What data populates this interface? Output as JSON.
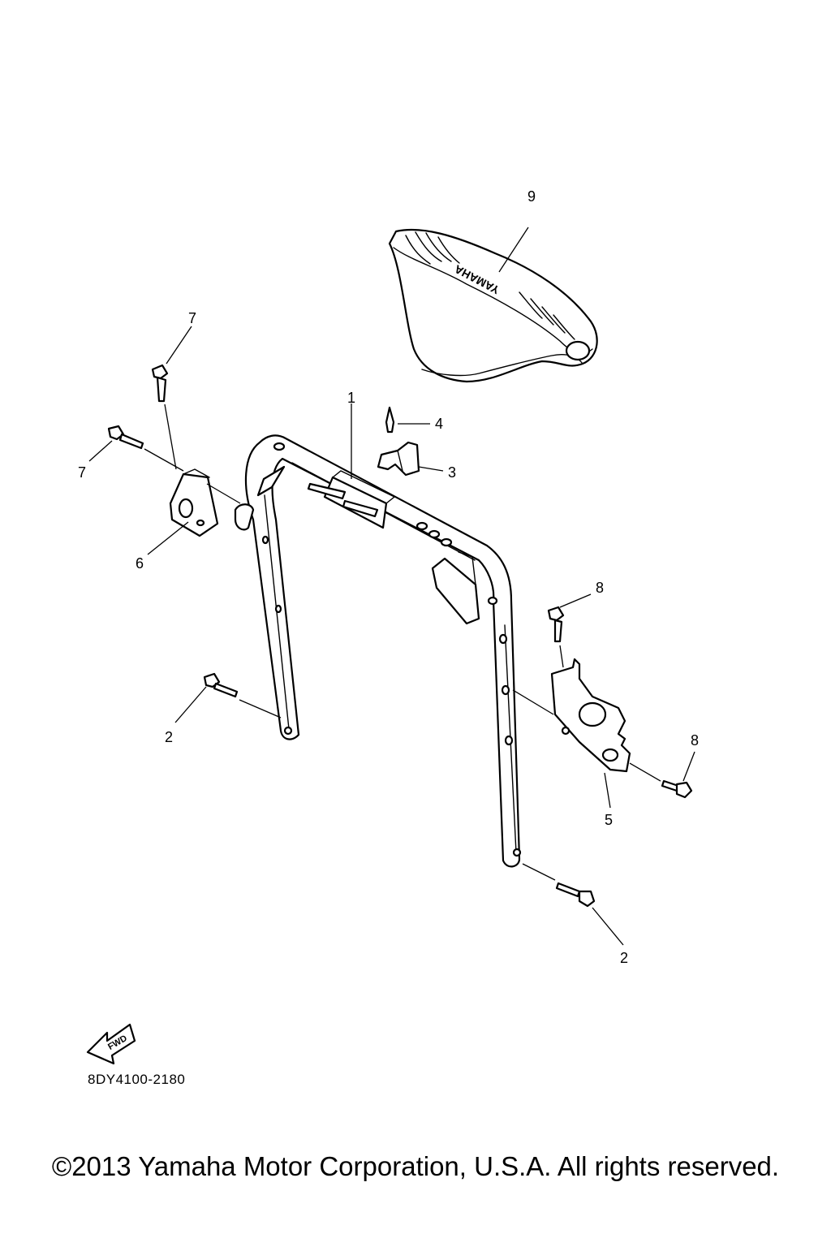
{
  "diagram": {
    "callouts": {
      "c1": "1",
      "c2a": "2",
      "c2b": "2",
      "c3": "3",
      "c4": "4",
      "c5": "5",
      "c6": "6",
      "c7a": "7",
      "c7b": "7",
      "c8a": "8",
      "c8b": "8",
      "c9": "9"
    },
    "seat_brand": "YAMAHA",
    "fwd_label": "FWD",
    "diagram_code": "8DY4100-2180"
  },
  "footer": {
    "copyright": "©2013 Yamaha Motor Corporation, U.S.A. All rights reserved."
  }
}
